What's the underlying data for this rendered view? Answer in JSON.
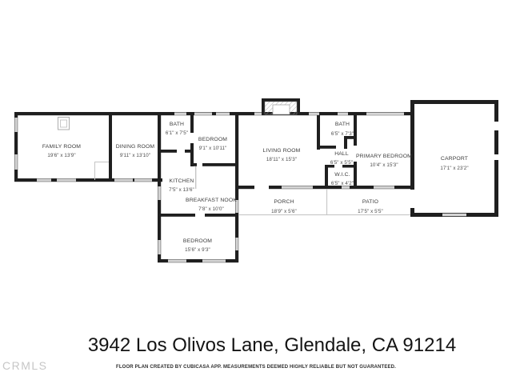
{
  "watermark": "CRMLS",
  "footer": {
    "address": "3942 Los Olivos Lane, Glendale, CA 91214",
    "disclaimer": "FLOOR PLAN CREATED BY CUBICASA APP. MEASUREMENTS DEEMED HIGHLY RELIABLE BUT NOT GUARANTEED."
  },
  "colors": {
    "wall": "#1f1f1f",
    "window": "#d5d5d5",
    "label_text": "#3c3c3c",
    "thin_line": "#c5c5c5",
    "watermark": "#c6c6c6",
    "background": "#ffffff"
  },
  "icons": [
    {
      "name": "fireplace-icon",
      "room": "family room"
    },
    {
      "name": "chimney-fireplace-bump",
      "room": "living room"
    }
  ],
  "rooms": [
    {
      "id": "family-room",
      "name": "FAMILY ROOM",
      "dims": "19'6\" x 13'9\""
    },
    {
      "id": "dining-room",
      "name": "DINING ROOM",
      "dims": "9'11\" x 13'10\""
    },
    {
      "id": "bath-front",
      "name": "BATH",
      "dims": "6'1\" x 7'5\""
    },
    {
      "id": "bedroom-front",
      "name": "BEDROOM",
      "dims": "9'1\" x 10'11\""
    },
    {
      "id": "kitchen",
      "name": "KITCHEN",
      "dims": "7'5\" x 13'6\""
    },
    {
      "id": "breakfast-nook",
      "name": "BREAKFAST NOOK",
      "dims": "7'8\" x 10'0\""
    },
    {
      "id": "living-room",
      "name": "LIVING ROOM",
      "dims": "18'11\" x 15'3\""
    },
    {
      "id": "bath-rear",
      "name": "BATH",
      "dims": "6'5\" x 7'3\""
    },
    {
      "id": "hall",
      "name": "HALL",
      "dims": "6'5\" x 5'5\""
    },
    {
      "id": "wic",
      "name": "W.I.C.",
      "dims": "6'5\" x 4'2\""
    },
    {
      "id": "primary-bedroom",
      "name": "PRIMARY BEDROOM",
      "dims": "10'4\" x 15'3\""
    },
    {
      "id": "carport",
      "name": "CARPORT",
      "dims": "17'1\" x 23'2\""
    },
    {
      "id": "porch",
      "name": "PORCH",
      "dims": "18'9\" x 5'6\""
    },
    {
      "id": "patio",
      "name": "PATIO",
      "dims": "17'5\" x 5'5\""
    },
    {
      "id": "bedroom-rear",
      "name": "BEDROOM",
      "dims": "15'6\" x 9'3\""
    }
  ]
}
